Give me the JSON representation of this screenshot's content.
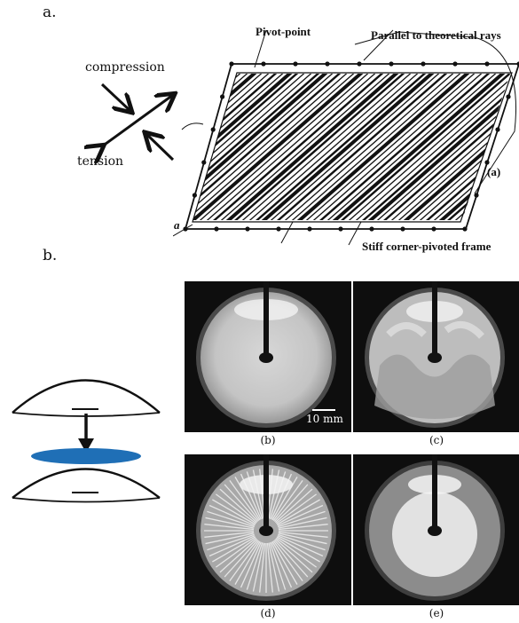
{
  "panel_a": {
    "label": "a.",
    "arrow_labels": {
      "compression": "compression",
      "tension": "tension"
    },
    "figure": {
      "pivot_point": "Pivot-point",
      "parallel_rays": "Parallel to theoretical rays",
      "stiff_frame": "Stiff corner-pivoted frame",
      "subfig": "(a)",
      "corner": "a"
    }
  },
  "panel_b": {
    "label": "b.",
    "scale_bar": "10 mm",
    "captions": [
      "(b)",
      "(c)",
      "(d)",
      "(e)"
    ],
    "colors": {
      "disc": "#1f6fb6"
    }
  }
}
